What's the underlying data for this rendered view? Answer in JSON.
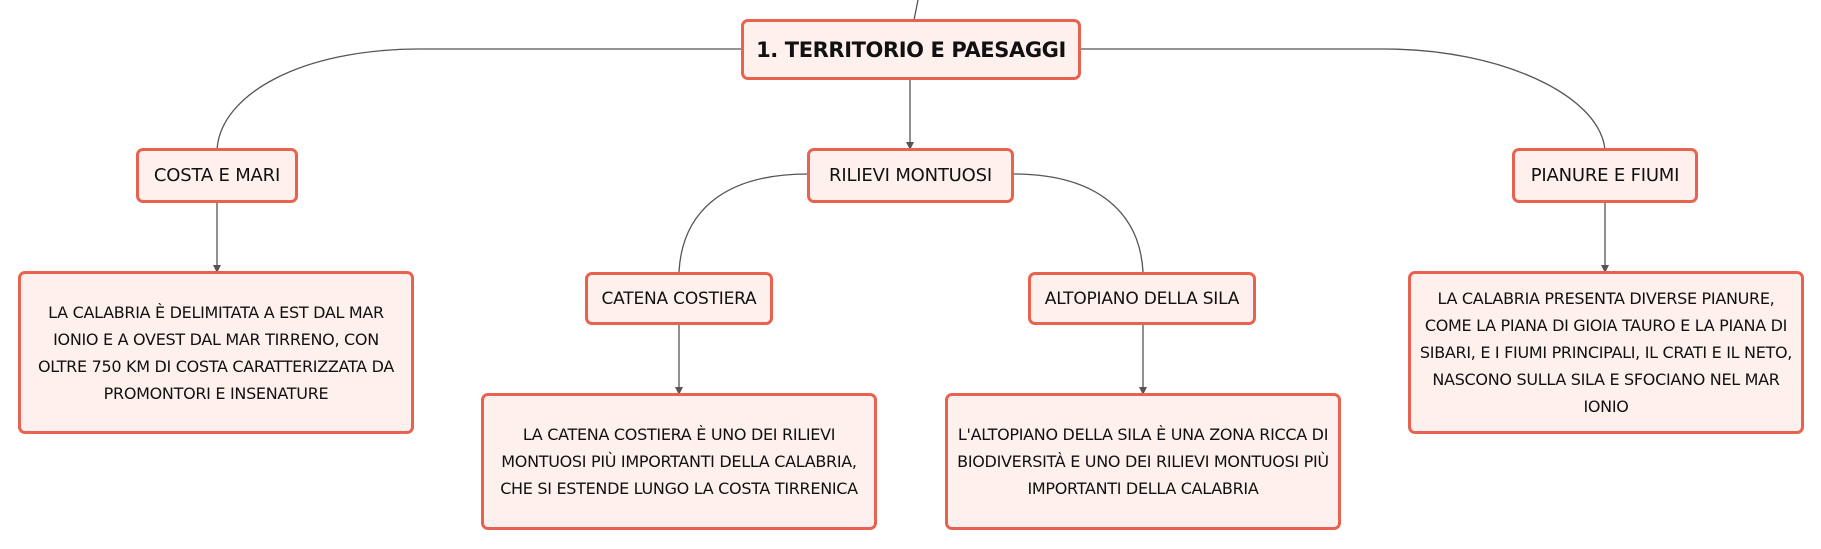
{
  "diagram": {
    "colors": {
      "node_fill": "#fdf0ed",
      "node_border": "#e9624f",
      "connector": "#555555",
      "text": "#111111"
    },
    "root": {
      "label": "1. TERRITORIO E PAESAGGI"
    },
    "topics": {
      "coast": {
        "label": "COSTA E MARI",
        "description": "LA CALABRIA È DELIMITATA A EST DAL MAR IONIO E A OVEST DAL MAR TIRRENO, CON OLTRE 750 KM DI COSTA CARATTERIZZATA DA PROMONTORI E INSENATURE"
      },
      "mountains": {
        "label": "RILIEVI MONTUOSI",
        "subtopics": {
          "coastal_chain": {
            "label": "CATENA COSTIERA",
            "description": "LA CATENA COSTIERA È UNO DEI RILIEVI MONTUOSI PIÙ IMPORTANTI DELLA CALABRIA, CHE SI ESTENDE LUNGO LA COSTA TIRRENICA"
          },
          "sila_plateau": {
            "label": "ALTOPIANO DELLA SILA",
            "description": "L'ALTOPIANO DELLA SILA È UNA ZONA RICCA DI BIODIVERSITÀ E UNO DEI RILIEVI MONTUOSI PIÙ IMPORTANTI DELLA CALABRIA"
          }
        }
      },
      "plains": {
        "label": "PIANURE E FIUMI",
        "description": "LA CALABRIA PRESENTA DIVERSE PIANURE, COME LA PIANA DI GIOIA TAURO E LA PIANA DI SIBARI, E I FIUMI PRINCIPALI, IL CRATI E IL NETO, NASCONO SULLA SILA E SFOCIANO NEL MAR IONIO"
      }
    }
  }
}
